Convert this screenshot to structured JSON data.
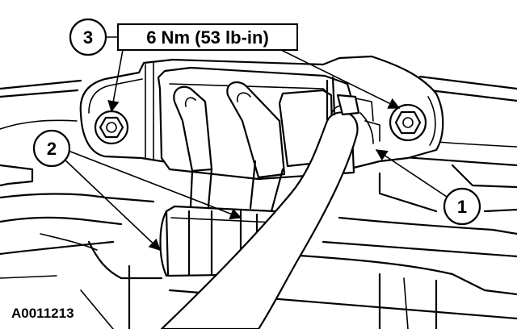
{
  "torque_spec": "6 Nm (53 lb-in)",
  "reference_code": "A0011213",
  "callouts": [
    {
      "number": "1"
    },
    {
      "number": "2"
    },
    {
      "number": "3"
    }
  ]
}
